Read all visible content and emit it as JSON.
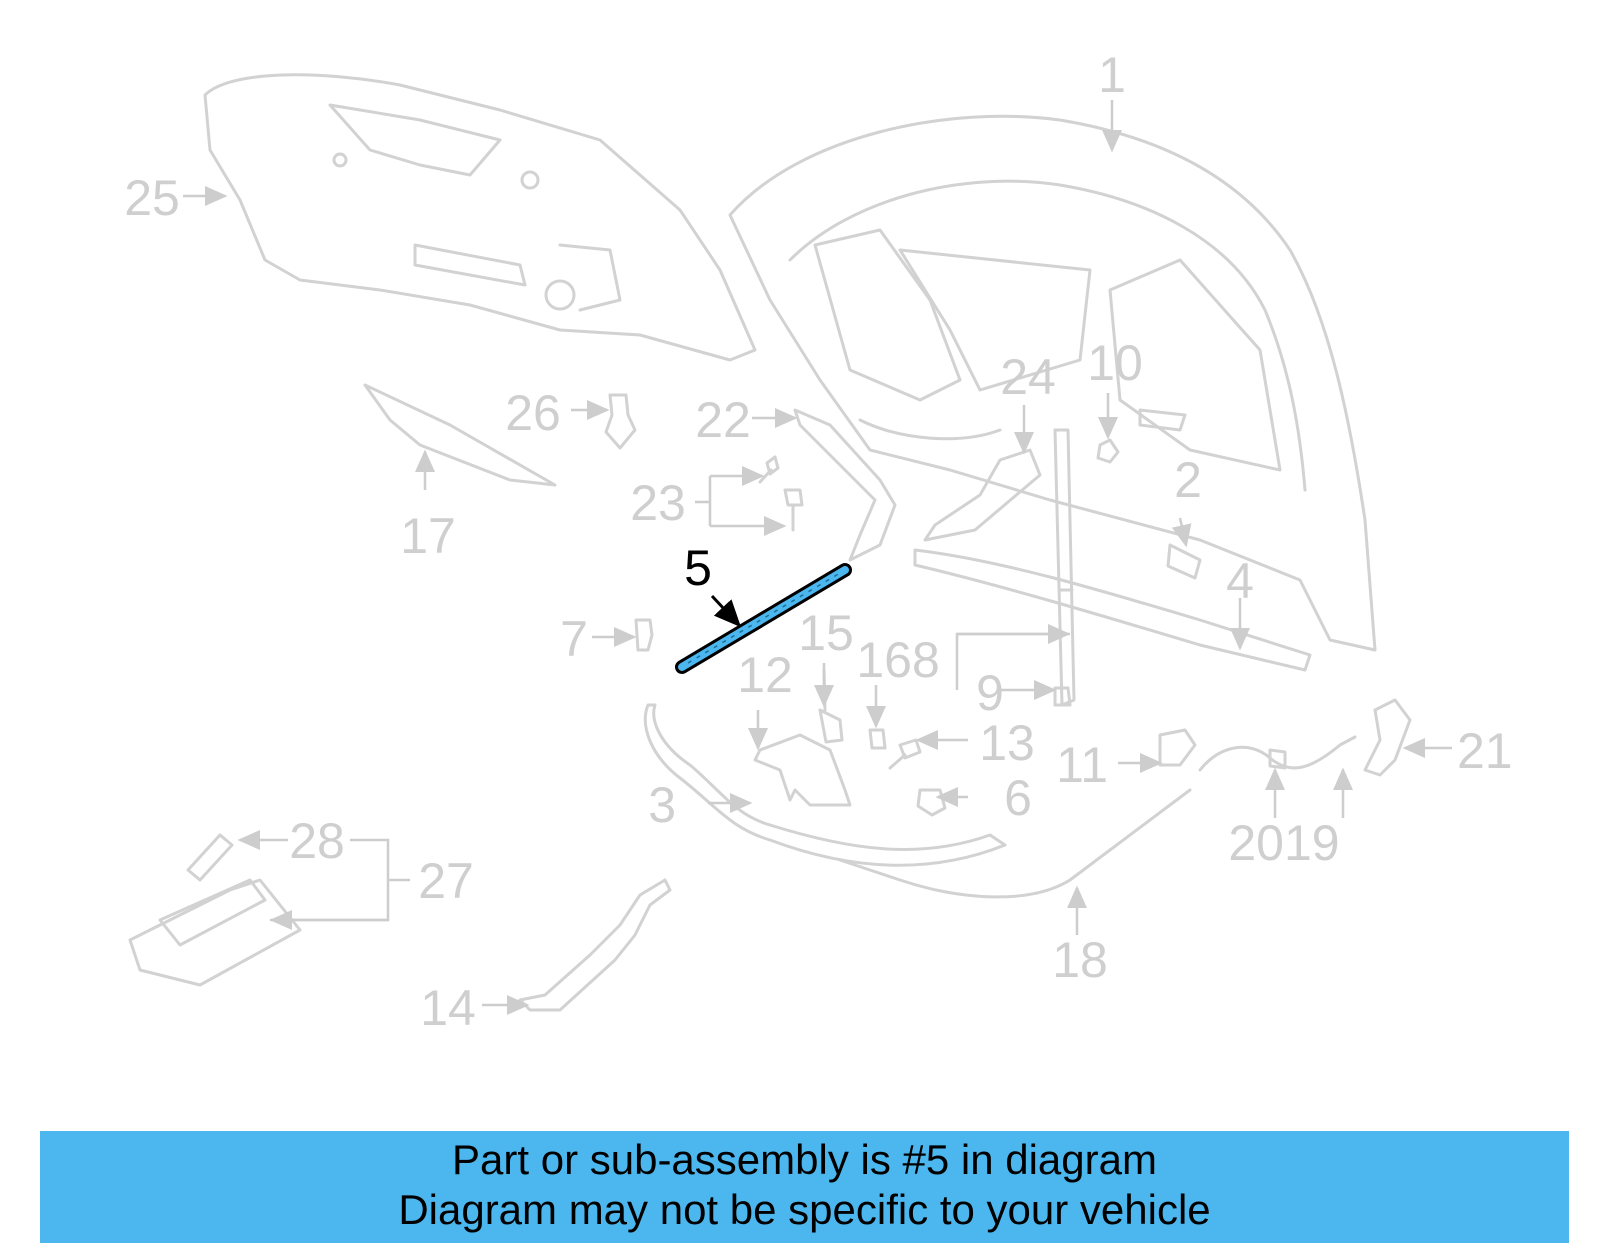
{
  "highlight_color": "#4cb7ee",
  "highlighted_part": "5",
  "callouts": [
    "1",
    "2",
    "3",
    "4",
    "5",
    "6",
    "7",
    "9",
    "10",
    "11",
    "12",
    "13",
    "14",
    "15",
    "17",
    "18",
    "20",
    "19",
    "21",
    "22",
    "23",
    "24",
    "25",
    "26",
    "27",
    "28",
    "16",
    "8"
  ],
  "banner": {
    "line1": "Part or sub-assembly is #5 in diagram",
    "line2": "Diagram may not be specific to your vehicle"
  }
}
